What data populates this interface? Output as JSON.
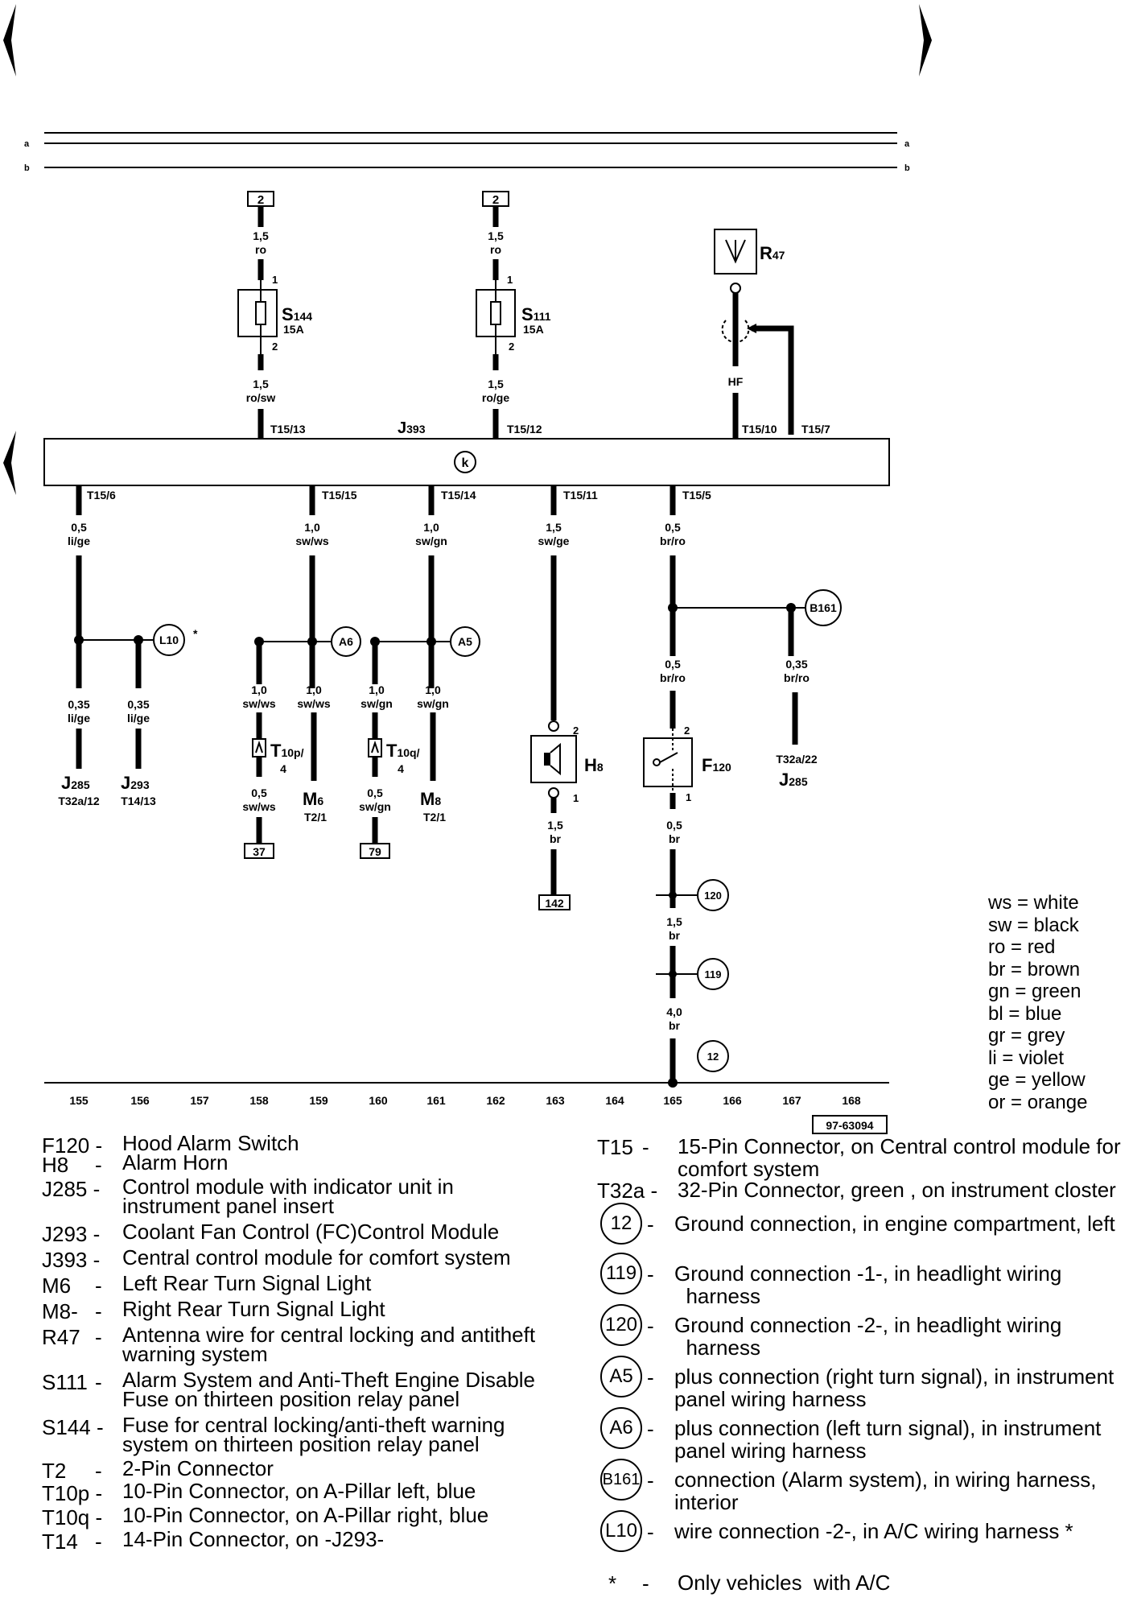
{
  "diagram_code": "97-63094",
  "bus_labels": {
    "a": "a",
    "b": "b"
  },
  "module": {
    "name": "J",
    "sub": "393",
    "marker": "k"
  },
  "top_feeds": [
    {
      "id": "feed1",
      "box": "2",
      "gauge": "1,5",
      "color": "ro",
      "pin_top": "1",
      "fuse": "S",
      "fuse_sub": "144",
      "amps": "15A",
      "pin_bot": "2",
      "gauge2": "1,5",
      "color2": "ro/sw",
      "conn": "T15/13"
    },
    {
      "id": "feed2",
      "box": "2",
      "gauge": "1,5",
      "color": "ro",
      "pin_top": "1",
      "fuse": "S",
      "fuse_sub": "111",
      "amps": "15A",
      "pin_bot": "2",
      "gauge2": "1,5",
      "color2": "ro/ge",
      "conn": "T15/12"
    }
  ],
  "antenna": {
    "name": "R",
    "sub": "47",
    "wire": "HF",
    "conn1": "T15/10",
    "conn2": "T15/7"
  },
  "bottom_conns": [
    "T15/6",
    "T15/15",
    "T15/14",
    "T15/11",
    "T15/5"
  ],
  "wires": {
    "w1": {
      "gauge": "0,5",
      "color": "li/ge"
    },
    "w2": {
      "gauge": "1,0",
      "color": "sw/ws"
    },
    "w3": {
      "gauge": "1,0",
      "color": "sw/gn"
    },
    "w4": {
      "gauge": "1,5",
      "color": "sw/ge"
    },
    "w5": {
      "gauge": "0,5",
      "color": "br/ro"
    }
  },
  "branches": {
    "l10": {
      "label": "L10",
      "star": "*"
    },
    "a6": {
      "label": "A6"
    },
    "a5": {
      "label": "A5"
    },
    "b161": {
      "label": "B161"
    }
  },
  "sub_wires": {
    "j285a": {
      "gauge": "0,35",
      "color": "li/ge",
      "comp": "J",
      "sub": "285",
      "conn": "T32a/12"
    },
    "j293": {
      "gauge": "0,35",
      "color": "li/ge",
      "comp": "J",
      "sub": "293",
      "conn": "T14/13"
    },
    "t10p_wire": {
      "gauge": "1,0",
      "color": "sw/ws",
      "conn": "T",
      "sub": "10p/",
      "pin": "4",
      "gauge2": "0,5",
      "color2": "sw/ws",
      "box": "37"
    },
    "m6_wire": {
      "gauge": "1,0",
      "color": "sw/ws",
      "comp": "M",
      "sub": "6",
      "conn": "T2/1"
    },
    "t10q_wire": {
      "gauge": "1,0",
      "color": "sw/gn",
      "conn": "T",
      "sub": "10q/",
      "pin": "4",
      "gauge2": "0,5",
      "color2": "sw/gn",
      "box": "79"
    },
    "m8_wire": {
      "gauge": "1,0",
      "color": "sw/gn",
      "comp": "M",
      "sub": "8",
      "conn": "T2/1"
    },
    "h8": {
      "comp": "H",
      "sub": "8",
      "pin_top": "2",
      "pin_bot": "1",
      "gauge": "1,5",
      "color": "br",
      "box": "142"
    },
    "f120": {
      "gauge": "0,5",
      "color": "br/ro",
      "comp": "F",
      "sub": "120",
      "pin_top": "2",
      "pin_bot": "1",
      "gauge2": "0,5",
      "color2": "br",
      "gauge3": "1,5",
      "color3": "br",
      "gauge4": "4,0",
      "color4": "br"
    },
    "j285b": {
      "gauge": "0,35",
      "color": "br/ro",
      "conn": "T32a/22",
      "comp": "J",
      "sub": "285"
    }
  },
  "grounds": [
    "120",
    "119",
    "12"
  ],
  "track_numbers": [
    "155",
    "156",
    "157",
    "158",
    "159",
    "160",
    "161",
    "162",
    "163",
    "164",
    "165",
    "166",
    "167",
    "168"
  ],
  "color_key": [
    {
      "abbr": "ws",
      "name": "white"
    },
    {
      "abbr": "sw",
      "name": "black"
    },
    {
      "abbr": "ro",
      "name": "red"
    },
    {
      "abbr": "br",
      "name": "brown"
    },
    {
      "abbr": "gn",
      "name": "green"
    },
    {
      "abbr": "bl",
      "name": "blue"
    },
    {
      "abbr": "gr",
      "name": "grey"
    },
    {
      "abbr": "li",
      "name": "violet"
    },
    {
      "abbr": "ge",
      "name": "yellow"
    },
    {
      "abbr": "or",
      "name": "orange"
    }
  ],
  "legend_left": [
    {
      "code": "F120 -",
      "desc": "Hood Alarm Switch"
    },
    {
      "code": "H8",
      "dash": "-",
      "desc": "Alarm Horn"
    },
    {
      "code": "J285 -",
      "desc": "Control module with indicator unit in\ninstrument panel insert"
    },
    {
      "code": "J293 -",
      "desc": "Coolant Fan Control (FC)Control Module"
    },
    {
      "code": "J393 -",
      "desc": "Central control module for comfort system"
    },
    {
      "code": "M6",
      "dash": "-",
      "desc": "Left Rear Turn Signal Light"
    },
    {
      "code": "M8-",
      "dash": "-",
      "desc": "Right Rear Turn Signal Light"
    },
    {
      "code": "R47",
      "dash": "-",
      "desc": "Antenna wire for central locking and antitheft\nwarning system"
    },
    {
      "code": "S111",
      "dash": "-",
      "desc": "Alarm System and Anti-Theft Engine Disable\nFuse on thirteen position relay panel"
    },
    {
      "code": "S144 -",
      "desc": "Fuse for central locking/anti-theft warning\nsystem on thirteen position relay panel"
    },
    {
      "code": "T2",
      "dash": "-",
      "desc": "2-Pin Connector"
    },
    {
      "code": "T10p -",
      "desc": "10-Pin Connector, on A-Pillar left, blue"
    },
    {
      "code": "T10q -",
      "desc": "10-Pin Connector, on A-Pillar right, blue"
    },
    {
      "code": "T14",
      "dash": "-",
      "desc": "14-Pin Connector, on -J293-"
    }
  ],
  "legend_right": [
    {
      "code": "T15",
      "dash": "-",
      "desc": "15-Pin Connector, on Central control module for\ncomfort system"
    },
    {
      "code": "T32a -",
      "desc": "32-Pin Connector, green , on instrument closter"
    },
    {
      "circle": "12",
      "dash": "-",
      "desc": "Ground connection, in engine compartment, left"
    },
    {
      "circle": "119",
      "dash": "-",
      "desc": "Ground connection -1-, in headlight wiring\n  harness"
    },
    {
      "circle": "120",
      "dash": "-",
      "desc": "Ground connection -2-, in headlight wiring\n  harness"
    },
    {
      "circle": "A5",
      "dash": "-",
      "desc": "plus connection (right turn signal), in instrument\npanel wiring harness"
    },
    {
      "circle": "A6",
      "dash": "-",
      "desc": "plus connection (left turn signal), in instrument\npanel wiring harness"
    },
    {
      "circle": "B161",
      "dash": "-",
      "desc": "connection (Alarm system), in wiring harness,\ninterior"
    },
    {
      "circle": "L10",
      "dash": "-",
      "desc": "wire connection -2-, in A/C wiring harness *"
    },
    {
      "code": "*",
      "dash": "-",
      "desc": "Only vehicles  with A/C"
    }
  ]
}
